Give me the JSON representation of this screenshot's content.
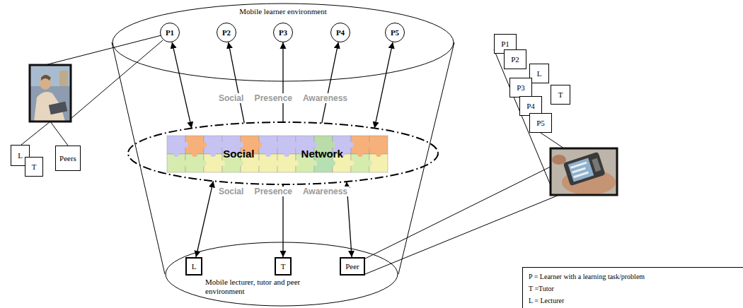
{
  "diagram": {
    "nodes": [
      {
        "text": [
          "Mobile learner environment"
        ]
      },
      {
        "text": [
          "P1"
        ],
        "in": 0
      },
      {
        "text": [
          "P2"
        ],
        "in": 0
      },
      {
        "text": [
          "P3"
        ],
        "in": 0
      },
      {
        "text": [
          "P4"
        ],
        "in": 0
      },
      {
        "text": [
          "P5"
        ],
        "in": 0
      },
      {
        "text": [
          "Social Network"
        ]
      },
      {
        "text": [
          "Mobile lecturer, tutor and peer environment"
        ]
      },
      {
        "text": [
          "L"
        ],
        "in": 7
      },
      {
        "text": [
          "T"
        ],
        "in": 7
      },
      {
        "text": [
          "Peer"
        ],
        "in": 7
      },
      {
        "text": [
          "L"
        ]
      },
      {
        "text": [
          "T"
        ]
      },
      {
        "text": [
          "Peers"
        ]
      },
      {
        "text": [
          "P1"
        ]
      },
      {
        "text": [
          "P2"
        ]
      },
      {
        "text": [
          "L"
        ]
      },
      {
        "text": [
          "P3"
        ]
      },
      {
        "text": [
          "T"
        ]
      },
      {
        "text": [
          "P4"
        ]
      },
      {
        "text": [
          "P5"
        ]
      },
      {
        "text": [
          "P = Learner with a learning task/problem",
          "T =Tutor",
          "L = Lecturer"
        ]
      }
    ],
    "edges": [
      {
        "from": 1,
        "to": 6,
        "arrow": "both"
      },
      {
        "from": 6,
        "to": 2,
        "arrow": "to"
      },
      {
        "from": 6,
        "to": 3,
        "arrow": "to"
      },
      {
        "from": 6,
        "to": 4,
        "arrow": "to"
      },
      {
        "from": 5,
        "to": 6,
        "arrow": "both"
      },
      {
        "from": 8,
        "to": 6,
        "arrow": "both"
      },
      {
        "from": 9,
        "to": 6,
        "arrow": "both"
      },
      {
        "from": 10,
        "to": 6,
        "arrow": "both"
      }
    ],
    "labels": [
      "Social Presence Awareness",
      "Social Presence Awareness"
    ]
  }
}
